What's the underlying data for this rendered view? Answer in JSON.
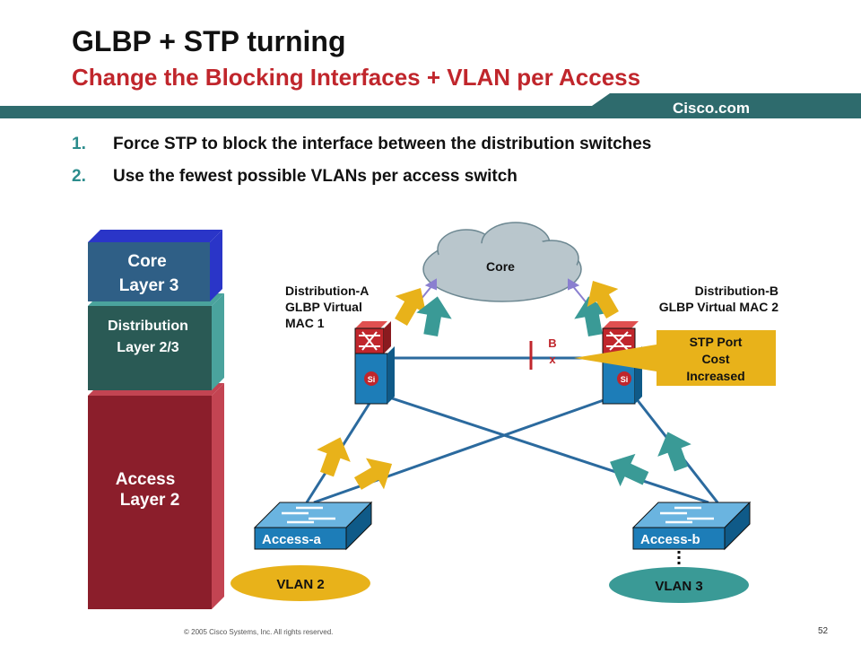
{
  "header": {
    "title": "GLBP + STP turning",
    "subtitle": "Change the Blocking Interfaces + VLAN per Access",
    "brand": "Cisco.com"
  },
  "bullets": [
    {
      "num": "1.",
      "text": "Force STP to block the interface between the distribution switches"
    },
    {
      "num": "2.",
      "text": "Use the fewest possible VLANs per access switch"
    }
  ],
  "layers": {
    "core": {
      "line1": "Core",
      "line2": "Layer 3"
    },
    "distribution": {
      "line1": "Distribution",
      "line2": "Layer 2/3"
    },
    "access": {
      "line1": "Access",
      "line2": "Layer 2"
    }
  },
  "diagram": {
    "core_cloud": "Core",
    "dist_a": {
      "line1": "Distribution-A",
      "line2": "GLBP Virtual",
      "line3": "MAC 1"
    },
    "dist_b": {
      "line1": "Distribution-B",
      "line2": "GLBP Virtual MAC 2"
    },
    "blocked_link": {
      "line1": "B",
      "line2": "x"
    },
    "stp_callout": {
      "line1": "STP Port",
      "line2": "Cost",
      "line3": "Increased"
    },
    "access_a": "Access-a",
    "access_b": "Access-b",
    "vlan_a": "VLAN 2",
    "vlan_b": "VLAN 3",
    "si_label": "Si"
  },
  "footer": {
    "copyright": "© 2005 Cisco Systems, Inc. All rights reserved.",
    "page": "52"
  },
  "colors": {
    "core_layer": "#2f5f86",
    "distribution_layer": "#2a5a55",
    "access_layer": "#8b1e2b",
    "teal": "#3a9a96",
    "gold": "#e8b21a",
    "blue_switch": "#1d7db8",
    "red_router": "#c0262c"
  }
}
